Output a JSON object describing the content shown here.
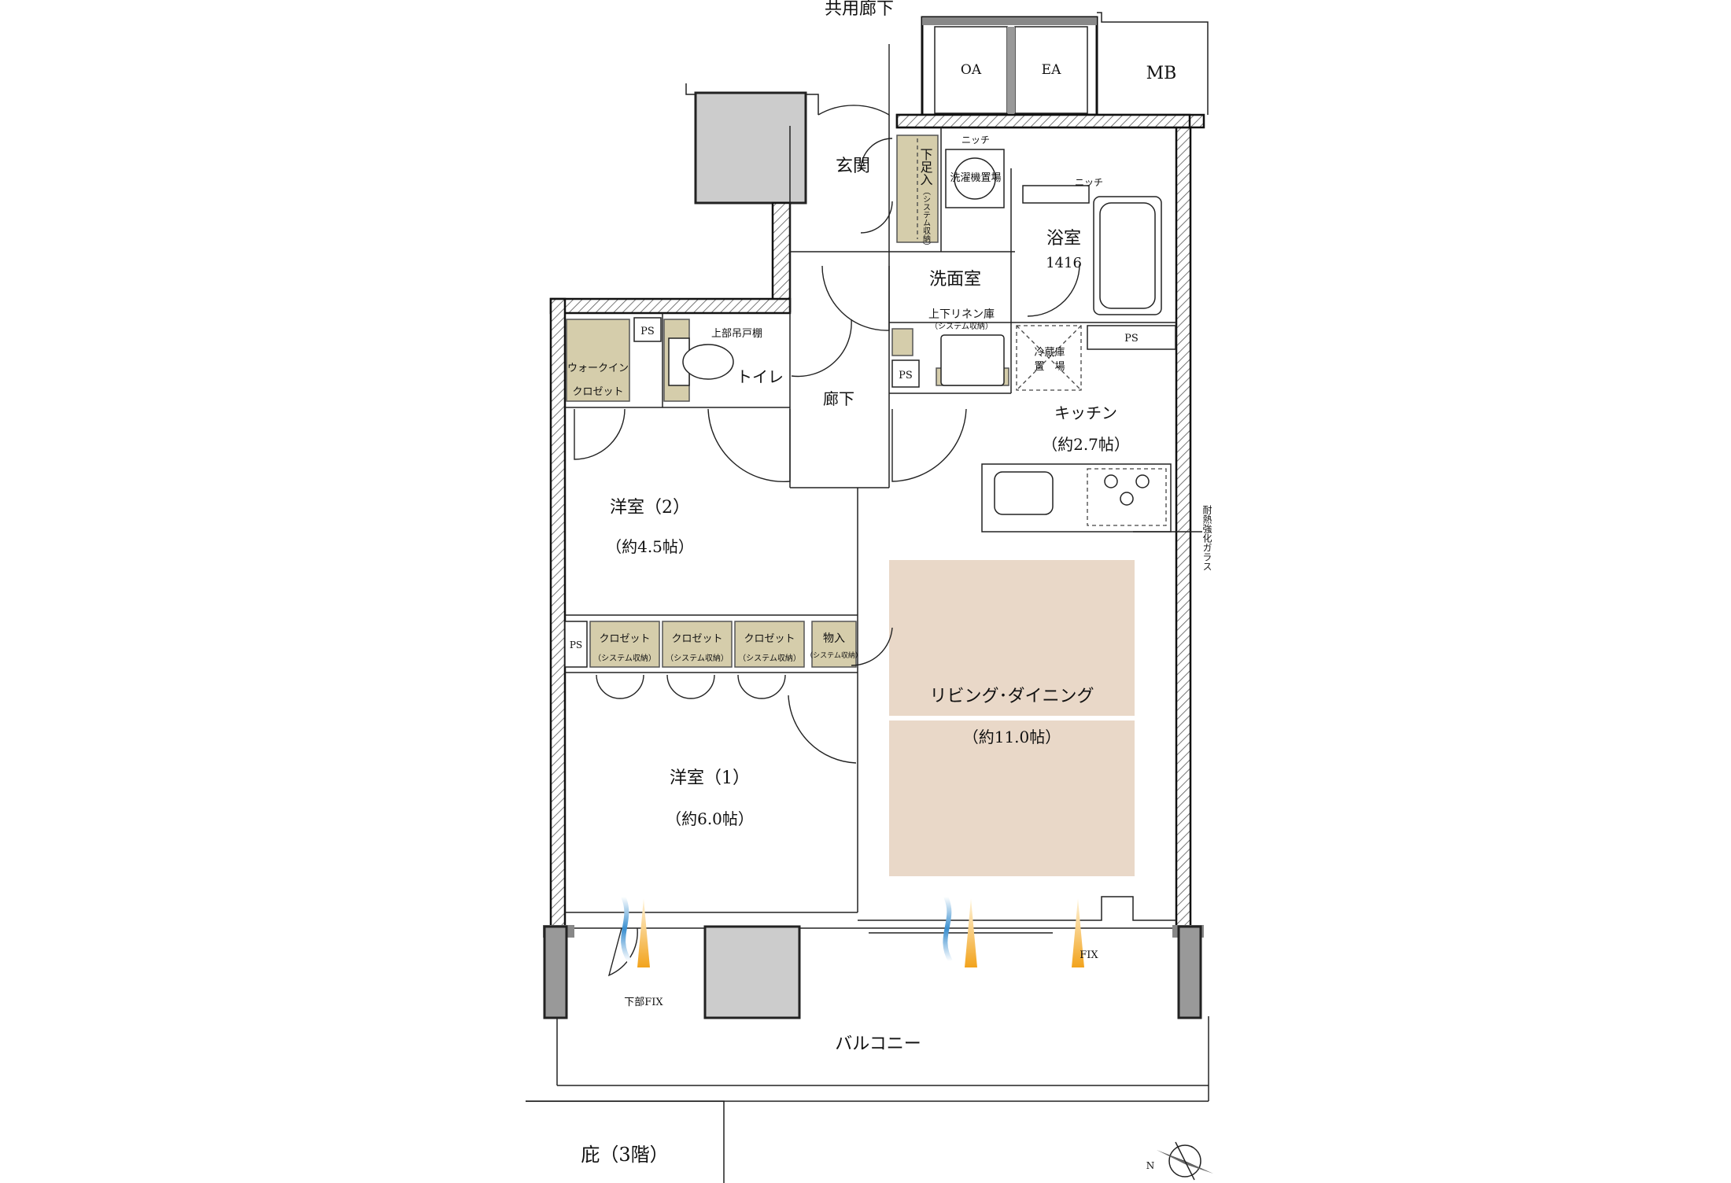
{
  "colors": {
    "storage_fill": "#d5cdab",
    "living_floor": "#e9d8c8",
    "pillar": "#cccccc",
    "airflow_cool": "#3a8fd0",
    "airflow_warm": "#f2a31c"
  },
  "labels": {
    "common_corridor": "共用廊下",
    "oa": "OA",
    "ea": "EA",
    "mb": "MB",
    "entrance": "玄関",
    "shoe_storage": "下足入",
    "shoe_storage_note": "（システム収納）",
    "niche_laundry": "ニッチ",
    "laundry_place": "洗濯機置場",
    "niche_bath": "ニッチ",
    "bathroom": "浴室",
    "bathroom_size": "1416",
    "washroom": "洗面室",
    "linen_storage": "上下リネン庫",
    "linen_storage_note": "（システム収納）",
    "ps_toilet": "PS",
    "upper_cabinet": "上部吊戸棚",
    "walkin_1": "ウォークイン",
    "walkin_2": "クロゼット",
    "toilet": "トイレ",
    "corridor": "廊下",
    "ps_wash": "PS",
    "fridge_1": "冷蔵庫",
    "fridge_2": "置　場",
    "ps_kitchen": "PS",
    "kitchen": "キッチン",
    "kitchen_size": "（約2.7帖）",
    "glass_note": "耐熱強化ガラス",
    "western2": "洋室（2）",
    "western2_size": "（約4.5帖）",
    "ps_bedroom": "PS",
    "closet_a": "クロゼット",
    "closet_a_note": "（システム収納）",
    "closet_b": "クロゼット",
    "closet_b_note": "（システム収納）",
    "closet_c": "クロゼット",
    "closet_c_note": "（システム収納）",
    "storage_small": "物入",
    "storage_small_note": "（システム収納）",
    "living": "リビング･ダイニング",
    "living_size": "（約11.0帖）",
    "western1": "洋室（1）",
    "western1_size": "（約6.0帖）",
    "lower_fix": "下部FIX",
    "fix": "FIX",
    "balcony": "バルコニー",
    "eaves": "庇（3階）",
    "north": "N"
  }
}
